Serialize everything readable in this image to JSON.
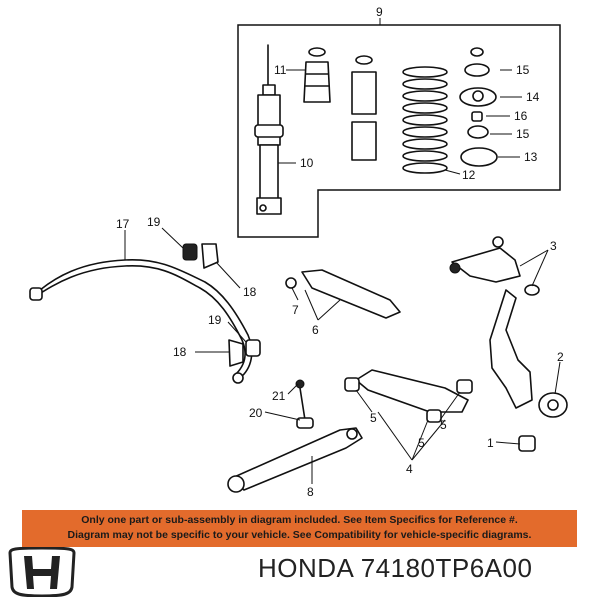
{
  "callouts": [
    "1",
    "2",
    "3",
    "4",
    "5",
    "5",
    "5",
    "6",
    "7",
    "8",
    "9",
    "10",
    "11",
    "12",
    "13",
    "14",
    "15",
    "15",
    "16",
    "17",
    "18",
    "18",
    "19",
    "19",
    "20",
    "21"
  ],
  "notice": {
    "line1": "Only one part or sub-assembly in diagram included. See Item Specifics for Reference #.",
    "line2": "Diagram may not be specific to your vehicle. See Compatibility for vehicle-specific diagrams."
  },
  "brand": "HONDA",
  "part_number": "74180TP6A00",
  "logo_icon": "honda-wing-logo-icon",
  "colors": {
    "notice_bg": "#e36b2c",
    "line": "#111111",
    "text": "#222222"
  }
}
